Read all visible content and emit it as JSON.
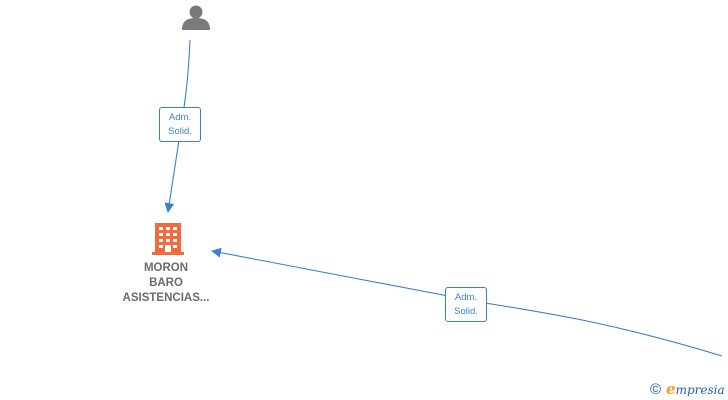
{
  "nodes": {
    "person": {
      "kind": "person",
      "label": ""
    },
    "company": {
      "kind": "company",
      "label_lines": [
        "MORON",
        "BARO",
        "ASISTENCIAS..."
      ]
    }
  },
  "edges": [
    {
      "from": "person",
      "to": "company",
      "label_lines": [
        "Adm.",
        "Solid."
      ]
    },
    {
      "from": "offscreen-right",
      "to": "company",
      "label_lines": [
        "Adm.",
        "Solid."
      ]
    }
  ],
  "colors": {
    "edge": "#3a7fd0",
    "person_icon": "#7a7a7a",
    "company_icon": "#f26a3d",
    "node_label": "#6b6b6b"
  },
  "watermark": {
    "copyright_symbol": "©",
    "brand_initial": "e",
    "brand_rest": "mpresia"
  }
}
